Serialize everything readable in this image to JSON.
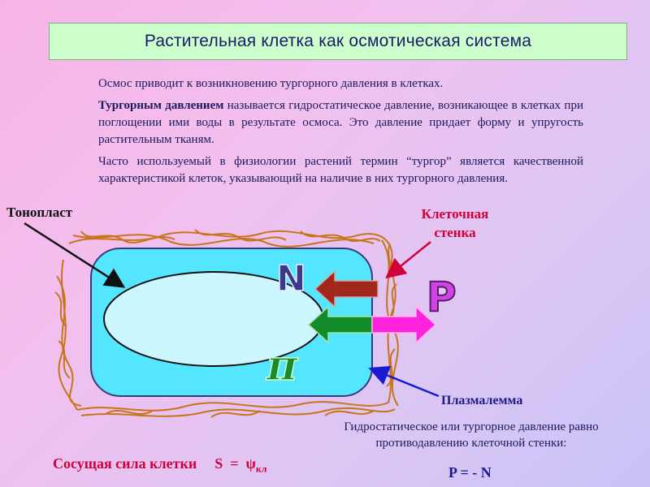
{
  "title": "Растительная клетка как осмотическая система",
  "paragraphs": {
    "p1": "Осмос приводит к возникновению тургорного давления в клетках.",
    "p2_bold": "Тургорным давлением",
    "p2_rest": " называется гидростатическое давление, возникающее в клетках при поглощении ими воды в результате осмоса. Это давление придает форму и упругость растительным тканям.",
    "p3": "Часто используемый в физиологии растений термин “тургор” является качественной характеристикой клеток, указывающий на наличие в них тургорного давления."
  },
  "labels": {
    "tonoplast": "Тонопласт",
    "cell_wall": "Клеточная стенка",
    "plasmalemma": "Плазмалемма"
  },
  "symbols": {
    "n": "N",
    "p": "P",
    "pi": "π"
  },
  "hydrostatic_text": "Гидростатическое или тургорное давление равно противодавлению клеточной стенки:",
  "suction": {
    "label": "Сосущая сила клетки",
    "formula_lhs": "S  =  ψ",
    "formula_sub": "кл"
  },
  "p_equation": "P = - N",
  "colors": {
    "background_start": "#f7b3e6",
    "background_end": "#c9c3f7",
    "title_box": "#ccffcc",
    "cytoplasm": "#55e6ff",
    "vacuole": "#ccf7ff",
    "cell_wall_fibers": "#c8741a",
    "arrow_n": "#a1271a",
    "arrow_pi": "#128c2a",
    "arrow_p": "#ff22dd",
    "letter_n": "#3a3a8a",
    "letter_p": "#d044e6",
    "letter_pi": "#1a8a2a",
    "accent_red": "#d0003a",
    "text_blue": "#1a1a5a"
  }
}
